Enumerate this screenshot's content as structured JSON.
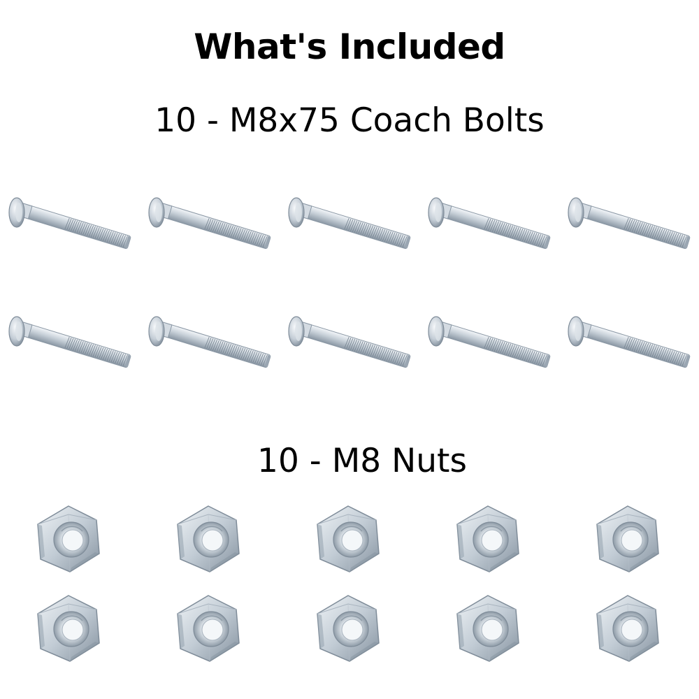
{
  "title": "What's Included",
  "sections": [
    {
      "label": "10 - M8x75 Coach Bolts",
      "item_type": "coach-bolt",
      "count": 10,
      "rows": 2,
      "columns": 5
    },
    {
      "label": "10 - M8 Nuts",
      "item_type": "hex-nut",
      "count": 10,
      "rows": 2,
      "columns": 5
    }
  ],
  "colors": {
    "zinc_light": "#e4e9ee",
    "zinc_mid": "#b9c4ce",
    "zinc_dark": "#7f8c99",
    "background": "#ffffff"
  }
}
